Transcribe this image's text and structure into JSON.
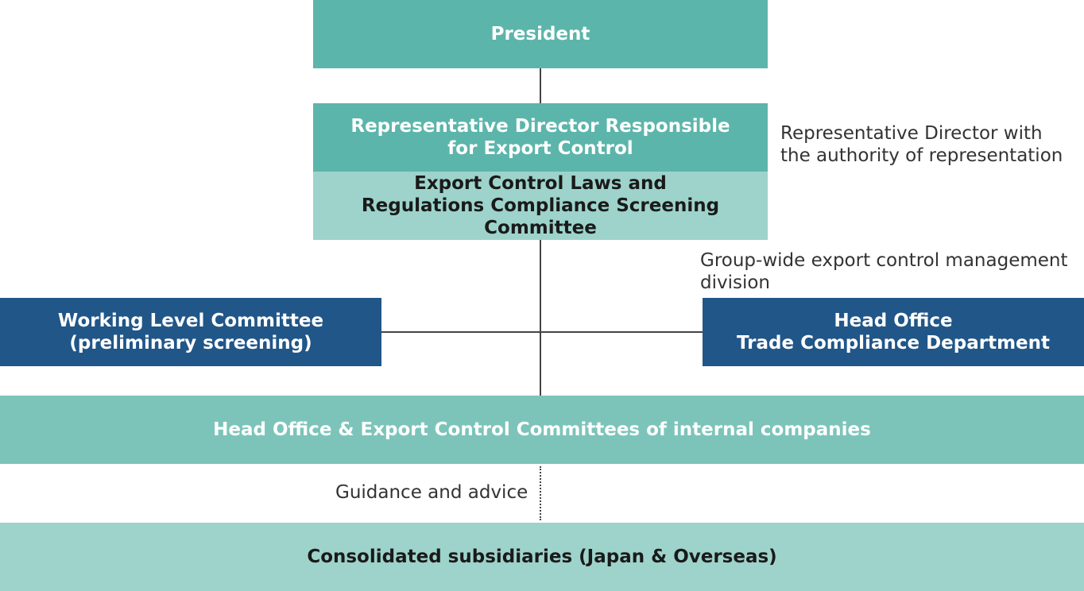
{
  "org_chart": {
    "president": "President",
    "rep_director": "Representative Director Responsible\nfor Export Control",
    "screening_committee": "Export Control Laws and\nRegulations Compliance Screening Committee",
    "working_level": "Working Level Committee\n(preliminary screening)",
    "trade_compliance": "Head Office\nTrade Compliance Department",
    "export_committees": "Head Office & Export Control Committees of internal companies",
    "subsidiaries": "Consolidated subsidiaries (Japan & Overseas)"
  },
  "notes": {
    "rep_authority": "Representative Director with\nthe authority of representation",
    "group_division": "Group-wide export control management\ndivision",
    "guidance": "Guidance and advice"
  },
  "colors": {
    "teal": "#5cb5aa",
    "teal_mid": "#7cc4ba",
    "teal_light": "#9dd3cb",
    "navy": "#215688"
  }
}
